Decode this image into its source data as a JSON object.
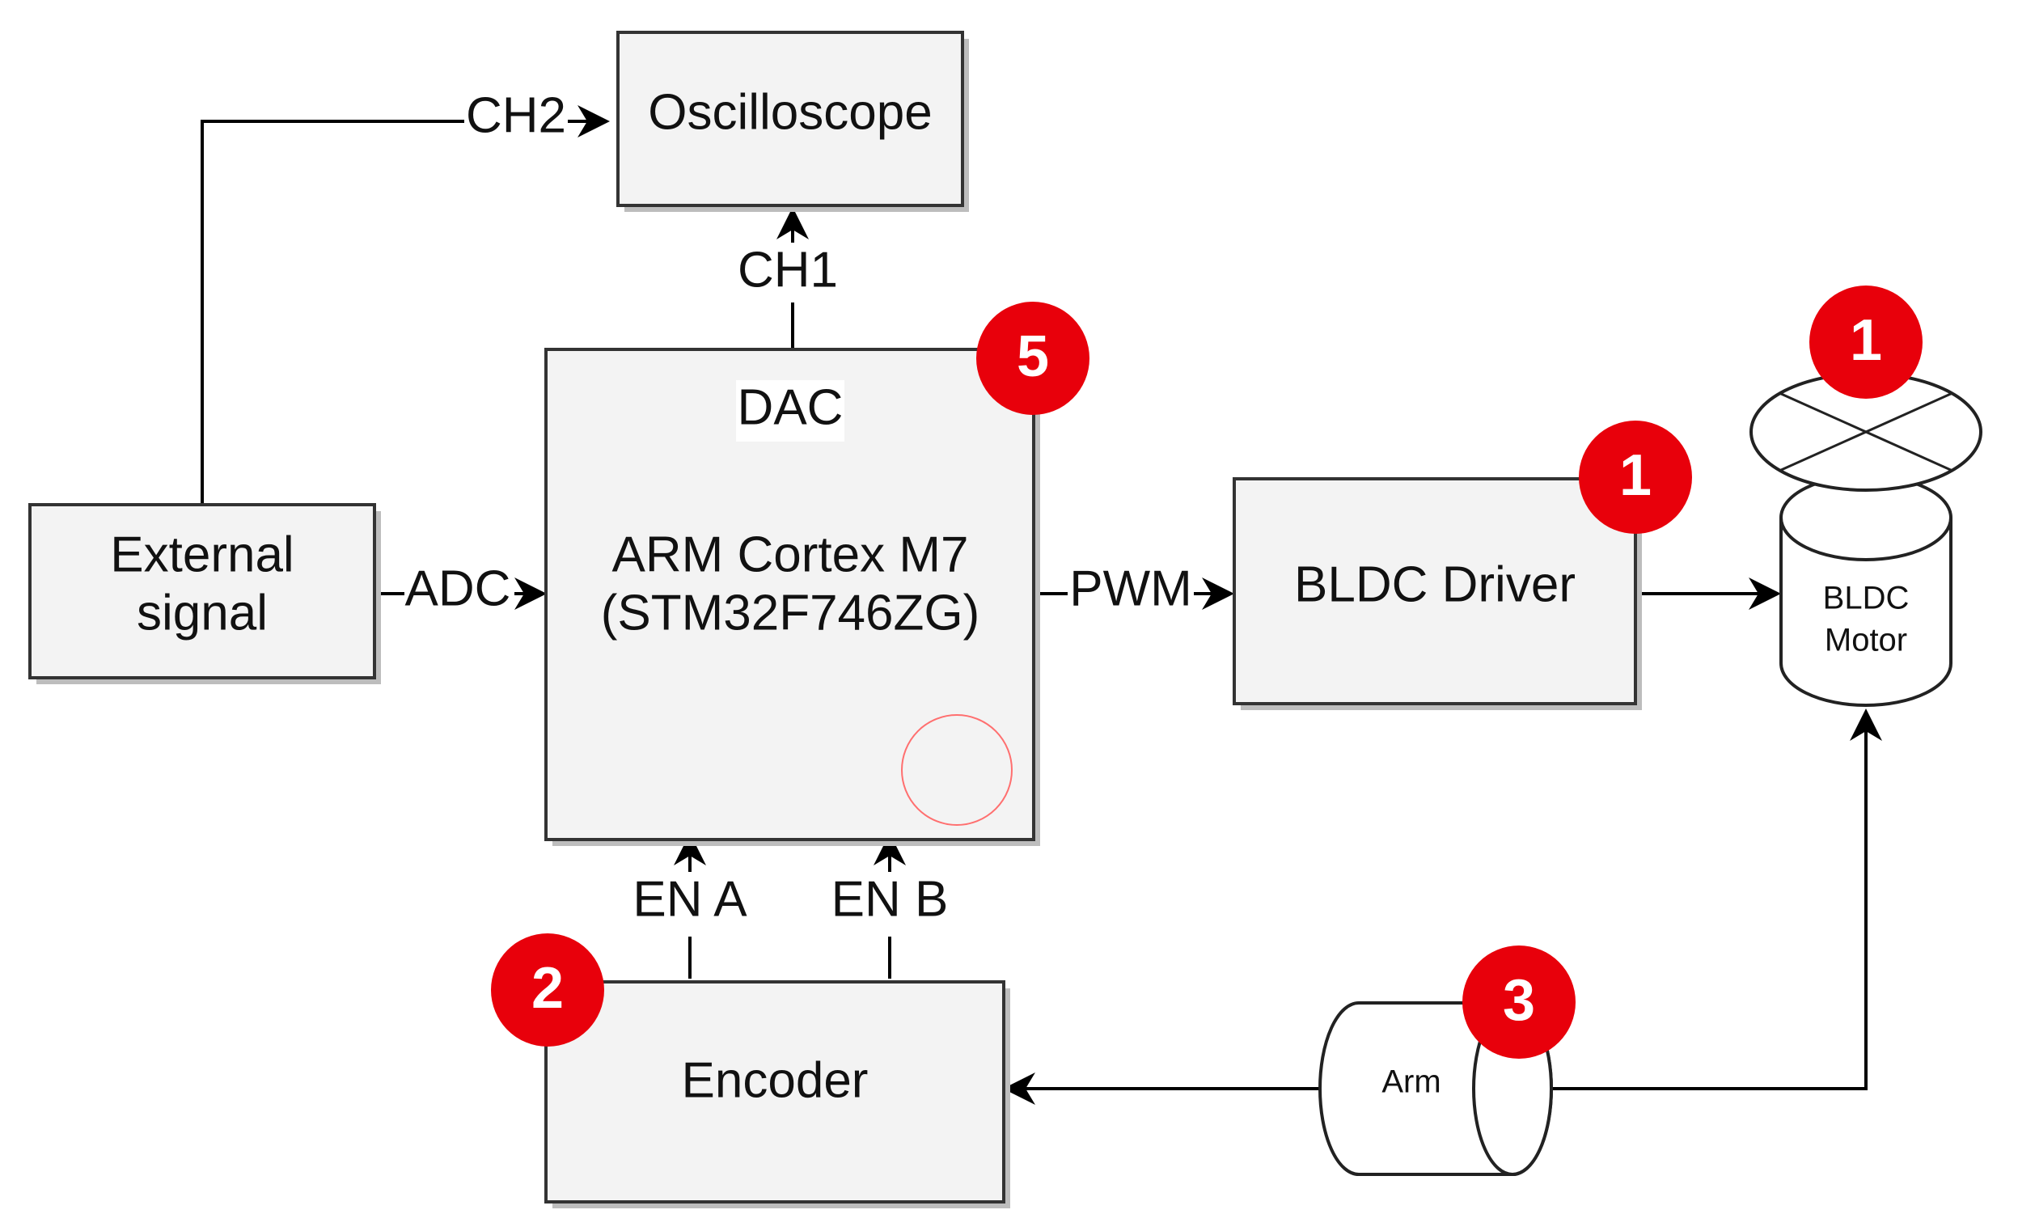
{
  "diagram": {
    "blocks": {
      "oscilloscope": "Oscilloscope",
      "external_line1": "External",
      "external_line2": "signal",
      "mcu_top": "DAC",
      "mcu_line1": "ARM Cortex M7",
      "mcu_line2": "(STM32F746ZG)",
      "driver": "BLDC Driver",
      "motor_line1": "BLDC",
      "motor_line2": "Motor",
      "encoder": "Encoder",
      "arm": "Arm"
    },
    "signals": {
      "ch2": "CH2",
      "ch1": "CH1",
      "adc": "ADC",
      "pwm": "PWM",
      "en_a": "EN A",
      "en_b": "EN B"
    },
    "badges": {
      "mcu": "5",
      "driver": "1",
      "motor": "1",
      "encoder": "2",
      "arm": "3"
    },
    "colors": {
      "badge": "#e8000b",
      "block_fill": "#f3f3f3",
      "block_border": "#333333"
    }
  }
}
